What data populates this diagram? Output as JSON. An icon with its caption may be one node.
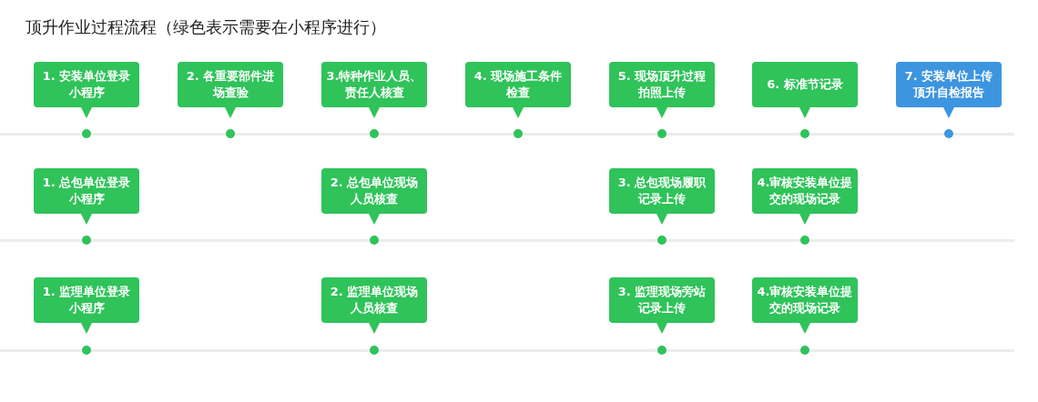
{
  "diagram": {
    "title": "顶升作业过程流程（绿色表示需要在小程序进行）",
    "nodes": [
      {
        "text": [
          "1. 安装单位登录小程序"
        ]
      },
      {
        "text": [
          "2. 各重要部件进场查验"
        ]
      },
      {
        "text": [
          "3.特种作业人员、责任人核查"
        ]
      },
      {
        "text": [
          "4. 现场施工条件检查"
        ]
      },
      {
        "text": [
          "5. 现场顶升过程拍照上传"
        ]
      },
      {
        "text": [
          "6. 标准节记录"
        ]
      },
      {
        "text": [
          "7. 安装单位上传顶升自检报告"
        ]
      },
      {
        "text": [
          "1. 总包单位登录小程序"
        ]
      },
      {
        "text": [
          "2. 总包单位现场人员核查"
        ]
      },
      {
        "text": [
          "3. 总包现场履职记录上传"
        ]
      },
      {
        "text": [
          "4.审核安装单位提交的现场记录"
        ]
      },
      {
        "text": [
          "1. 监理单位登录小程序"
        ]
      },
      {
        "text": [
          "2. 监理单位现场人员核查"
        ]
      },
      {
        "text": [
          "3. 监理现场旁站记录上传"
        ]
      },
      {
        "text": [
          "4.审核安装单位提交的现场记录"
        ]
      }
    ]
  }
}
